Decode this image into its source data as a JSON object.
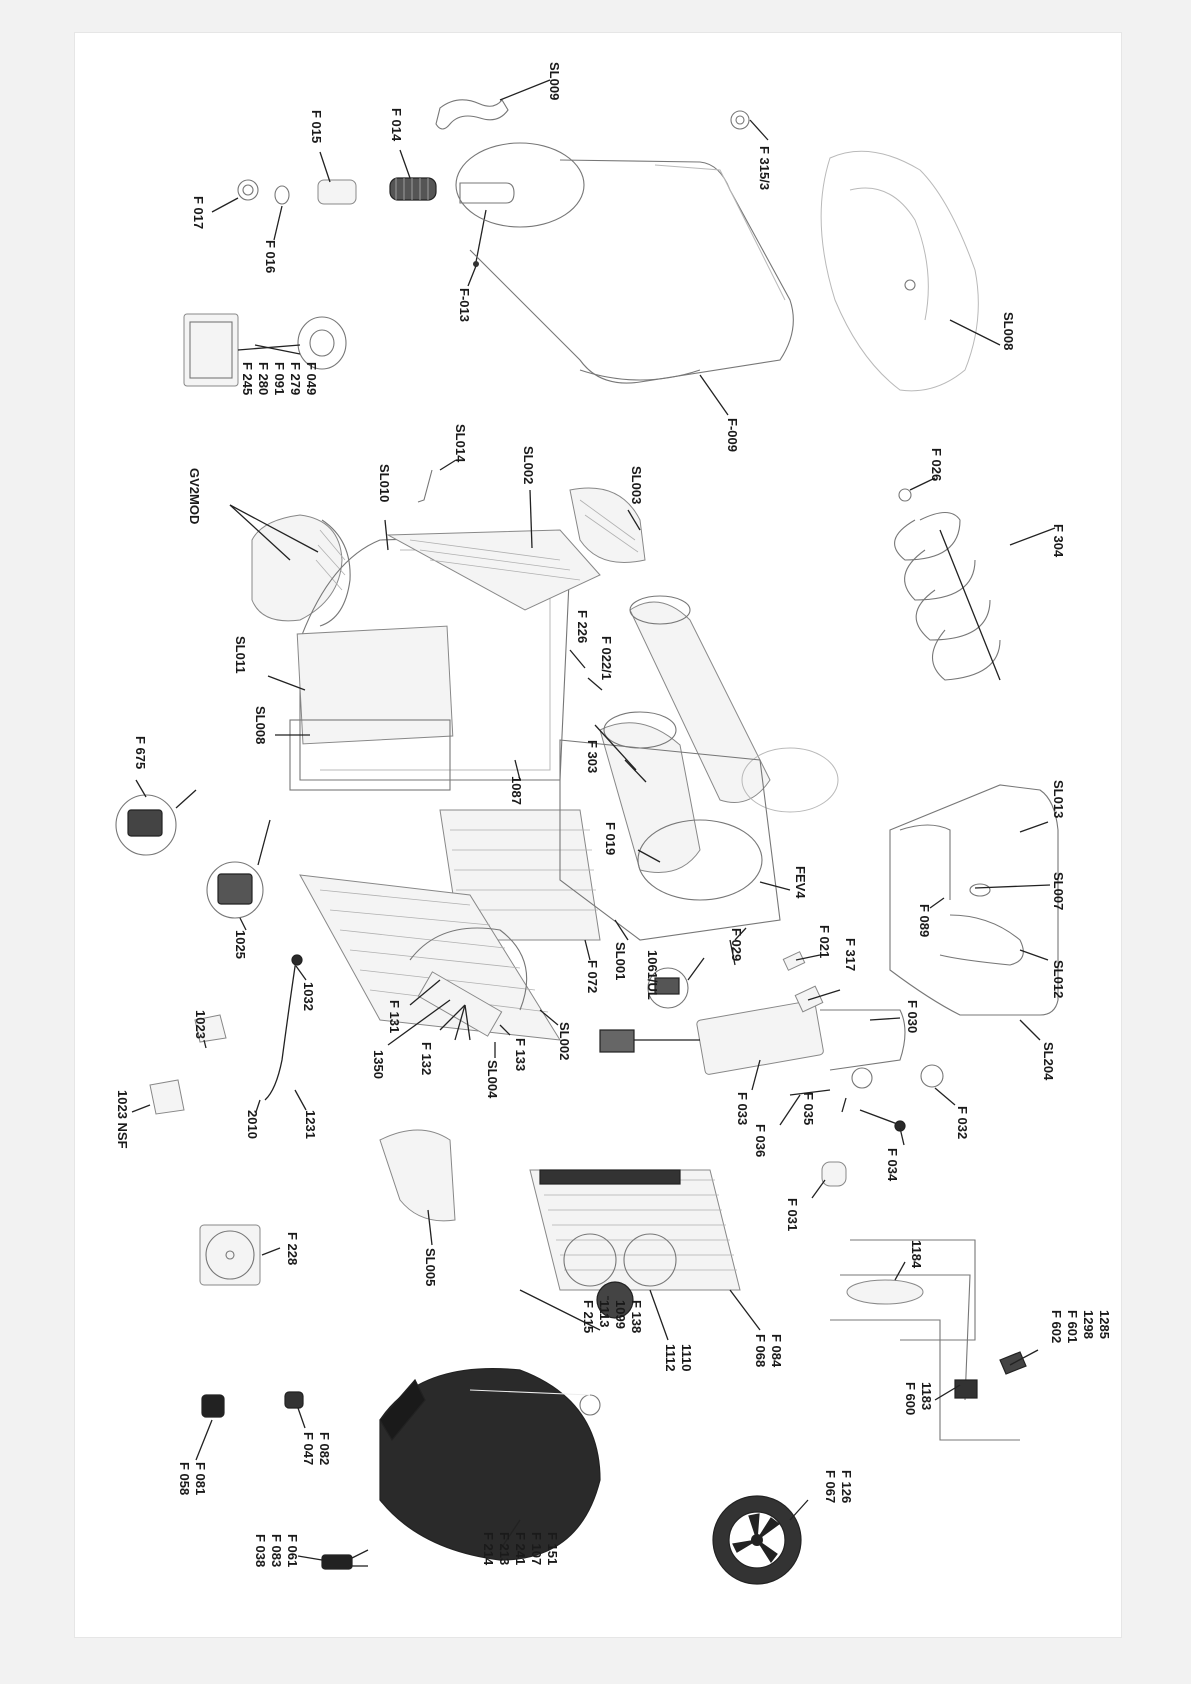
{
  "labels": {
    "sl009": "SL009",
    "f315_3": "F 315/3",
    "f015": "F 015",
    "f014": "F 014",
    "f017": "F 017",
    "f016": "F 016",
    "f013": "F-013",
    "sl008_top": "SL008",
    "f009": "F-009",
    "f049": "F 049",
    "f279": "F 279",
    "f091": "F 091",
    "f280": "F 280",
    "f245": "F 245",
    "sl014": "SL014",
    "sl002_top": "SL002",
    "sl003": "SL003",
    "sl010": "SL010",
    "gv2mod": "GV2MOD",
    "f026": "F 026",
    "f304": "F 304",
    "f226": "F 226",
    "f022_1": "F 022/1",
    "sl011": "SL011",
    "sl008_mid": "SL008",
    "f303": "F 303",
    "n1087": "1087",
    "f019": "F 019",
    "fev4": "FEV4",
    "sl013": "SL013",
    "sl007": "SL007",
    "f089": "F 089",
    "sl012": "SL012",
    "f675": "F 675",
    "n1025": "1025",
    "n1032": "1032",
    "n1023": "1023",
    "n1023nsf": "1023 NSF",
    "n2010": "2010",
    "n1231": "1231",
    "f131": "F 131",
    "n1350": "1350",
    "f132": "F 132",
    "f133": "F 133",
    "sl002_bot": "SL002",
    "sl004": "SL004",
    "f072": "F 072",
    "sl001": "SL001",
    "n1061ul": "1061/UL",
    "f029": "F 029",
    "f021": "F 021",
    "f317": "F 317",
    "f030": "F 030",
    "sl204": "SL204",
    "f033": "F 033",
    "f036": "F 036",
    "f035": "F 035",
    "f034": "F 034",
    "f032": "F 032",
    "f031": "F 031",
    "sl005": "SL005",
    "f228": "F 228",
    "f138": "F 138",
    "n1099": "1099",
    "n1113": "1113",
    "f215": "F 215",
    "n1110": "1110",
    "n1112": "1112",
    "f084": "F 084",
    "f068": "F 068",
    "n1184": "1184",
    "n1285": "1285",
    "n1298": "1298",
    "f601": "F 601",
    "f602": "F 602",
    "n1183": "1183",
    "f600": "F 600",
    "f082": "F 082",
    "f047": "F 047",
    "f081": "F 081",
    "f058": "F 058",
    "f151": "F 151",
    "f107": "F 107",
    "f241": "F 241",
    "f213": "F 213",
    "f214": "F 214",
    "f061": "F 061",
    "f083": "F 083",
    "f038": "F 038",
    "f126": "F 126",
    "f067": "F 067"
  }
}
